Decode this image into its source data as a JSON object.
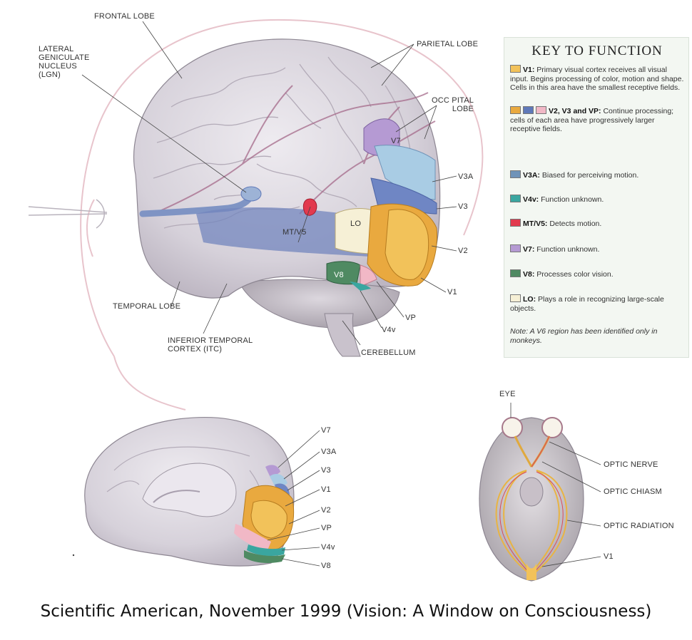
{
  "labels": {
    "frontal_lobe": "FRONTAL LOBE",
    "lgn": "LATERAL\nGENICULATE\nNUCLEUS\n(LGN)",
    "parietal_lobe": "PARIETAL LOBE",
    "occipital_lobe": "OCC PITAL\nLOBE",
    "mt_v5": "MT/V5",
    "v7": "V7",
    "v3a": "V3A",
    "v3": "V3",
    "lo": "LO",
    "v2": "V2",
    "v8": "V8",
    "v1": "V1",
    "vp": "VP",
    "v4v": "V4v",
    "temporal_lobe": "TEMPORAL LOBE",
    "itc": "INFERIOR TEMPORAL\nCORTEX (ITC)",
    "cerebellum": "CEREBELLUM"
  },
  "medial_labels": [
    "V7",
    "V3A",
    "V3",
    "V1",
    "V2",
    "VP",
    "V4v",
    "V8"
  ],
  "eye_labels": {
    "eye": "EYE",
    "optic_nerve": "OPTIC NERVE",
    "optic_chiasm": "OPTIC CHIASM",
    "optic_radiation": "OPTIC RADIATION",
    "v1": "V1"
  },
  "key": {
    "title": "KEY TO FUNCTION",
    "entries": [
      {
        "swatches": [
          "#f2c25a"
        ],
        "term": "V1:",
        "text": " Primary visual cortex receives all visual input. Begins processing of color, motion and shape. Cells in this area have the smallest receptive fields."
      },
      {
        "swatches": [
          "#e9a93f",
          "#5f79b9",
          "#f1b8c6"
        ],
        "term": "V2, V3 and VP:",
        "text": " Continue processing; cells of each area have progressively larger receptive fields."
      },
      {
        "swatches": [
          "#6f93b8"
        ],
        "term": "V3A:",
        "text": " Biased for perceiving motion."
      },
      {
        "swatches": [
          "#3aa6a0"
        ],
        "term": "V4v:",
        "text": " Function unknown."
      },
      {
        "swatches": [
          "#e23a4e"
        ],
        "term": "MT/V5:",
        "text": " Detects motion."
      },
      {
        "swatches": [
          "#b59ad3"
        ],
        "term": "V7:",
        "text": " Function unknown."
      },
      {
        "swatches": [
          "#4f8a62"
        ],
        "term": "V8:",
        "text": " Processes color vision."
      },
      {
        "swatches": [
          "#f6f0d6"
        ],
        "term": "LO:",
        "text": " Plays a role in recognizing large-scale objects."
      }
    ],
    "note": "Note: A V6 region has been identified only in monkeys."
  },
  "caption": "Scientific American, November 1999 (Vision: A Window on Consciousness)",
  "colors": {
    "v1": "#f2c25a",
    "v2": "#e9a93f",
    "v3": "#5f79b9",
    "vp": "#f1b8c6",
    "v3a": "#a9cce4",
    "v4v": "#3aa6a0",
    "mt_v5": "#e23a4e",
    "v7": "#b59ad3",
    "v8": "#4f8a62",
    "lo": "#f6f0d6",
    "brain": "#d8d3dc",
    "vessel": "#a56a8a"
  }
}
